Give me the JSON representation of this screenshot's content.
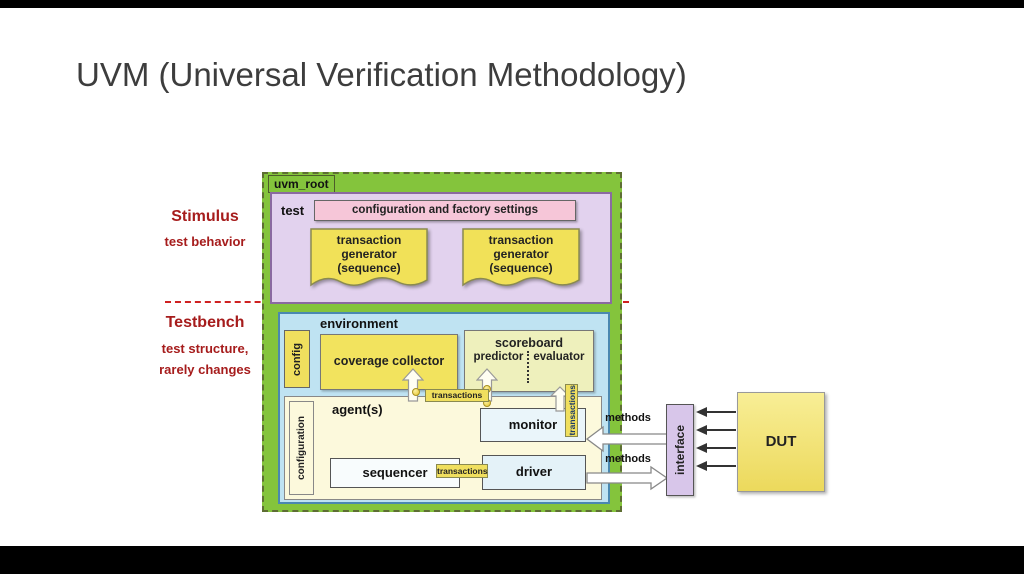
{
  "slide": {
    "title": "UVM (Universal Verification Methodology)"
  },
  "annotations": {
    "stimulus_title": "Stimulus",
    "stimulus_subtitle": "test behavior",
    "testbench_title": "Testbench",
    "testbench_subtitle_line1": "test structure,",
    "testbench_subtitle_line2": "rarely changes"
  },
  "diagram": {
    "uvm_root_label": "uvm_root",
    "test": {
      "label": "test",
      "config_factory_label": "configuration and factory settings",
      "generators": [
        {
          "label": "transaction\ngenerator\n(sequence)"
        },
        {
          "label": "transaction\ngenerator\n(sequence)"
        }
      ]
    },
    "environment": {
      "label": "environment",
      "config_label": "config",
      "coverage_collector_label": "coverage collector",
      "scoreboard": {
        "title": "scoreboard",
        "left": "predictor",
        "right": "evaluator"
      },
      "transactions_upper_label": "transactions",
      "transactions_vertical_label": "transactions",
      "agents": {
        "label": "agent(s)",
        "configuration_label": "configuration",
        "monitor_label": "monitor",
        "sequencer_label": "sequencer",
        "transactions_label": "transactions",
        "driver_label": "driver"
      }
    },
    "io": {
      "methods_monitor_label": "methods",
      "methods_driver_label": "methods",
      "interface_label": "interface",
      "dut_label": "DUT"
    }
  },
  "colors": {
    "uvm_root_green": "#84c43c",
    "test_lavender": "#e2d2ee",
    "environment_blue": "#bfe3f2",
    "yellow_block": "#f1e158",
    "pink_block": "#f6c6d8",
    "agent_cream": "#fcf9dc",
    "interface_lavender": "#d8c6ea",
    "annotation_red": "#a61c1c"
  }
}
